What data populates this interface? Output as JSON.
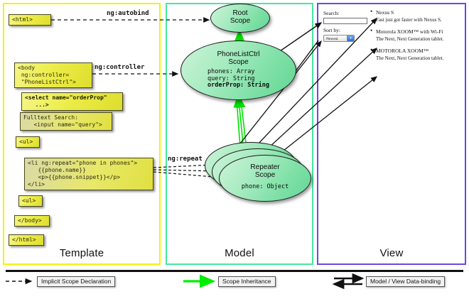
{
  "panels": {
    "template": {
      "label": "Template",
      "border_color": "#f2f20d"
    },
    "model": {
      "label": "Model",
      "border_color": "#44e8a0"
    },
    "view": {
      "label": "View",
      "border_color": "#6b48e8"
    }
  },
  "template_boxes": [
    {
      "id": "html-open",
      "text": "<html>"
    },
    {
      "id": "body-open",
      "text": "<body\n ng:controller=\n \"PhoneListCtrl\">"
    },
    {
      "id": "select",
      "text": "<select name=\"orderProp\"\n   ...>"
    },
    {
      "id": "fulltext",
      "text": "Fulltext Search:\n   <input name=\"query\">"
    },
    {
      "id": "ul-open",
      "text": "<ul>"
    },
    {
      "id": "li-repeat",
      "text": "<li ng:repeat=\"phone in phones\">\n   {{phone.name}}\n   <p>{{phone.snippet}}</p>\n</li>"
    },
    {
      "id": "ul-close",
      "text": "<ul>"
    },
    {
      "id": "body-close",
      "text": "</body>"
    },
    {
      "id": "html-close",
      "text": "</html>"
    }
  ],
  "model_scopes": [
    {
      "id": "root-scope",
      "title_line1": "Root",
      "title_line2": "Scope",
      "props": []
    },
    {
      "id": "phonelistctrl-scope",
      "title_line1": "PhoneListCtrl",
      "title_line2": "Scope",
      "props": [
        {
          "text": "phones: Array",
          "bold": false
        },
        {
          "text": "query: String",
          "bold": false
        },
        {
          "text": "orderProp: String",
          "bold": true
        }
      ]
    },
    {
      "id": "repeater-scope",
      "title_line1": "Repeater",
      "title_line2": "Scope",
      "props": [
        {
          "text": "phone: Object",
          "bold": false
        }
      ]
    }
  ],
  "edge_labels": {
    "autobind": "ng:autobind",
    "controller": "ng:controller",
    "repeat": "ng:repeat"
  },
  "view": {
    "search_label": "Search:",
    "search_value": "",
    "sort_label": "Sort by:",
    "sort_selected": "Newest",
    "phones": [
      {
        "name": "Nexus S",
        "snippet": "Fast just got faster with Nexus S."
      },
      {
        "name": "Motorola XOOM™ with Wi-Fi",
        "snippet": "The Next, Next Generation tablet."
      },
      {
        "name": "MOTOROLA XOOM™",
        "snippet": "The Next, Next Generation tablet."
      }
    ]
  },
  "legend": [
    {
      "id": "implicit-scope-declaration",
      "label": "Implicit Scope Declaration",
      "style": "dashed-arrow",
      "color": "#111111"
    },
    {
      "id": "scope-inheritance",
      "label": "Scope Inheritance",
      "style": "solid-arrow",
      "color": "#00ee00"
    },
    {
      "id": "model-view-data-binding",
      "label": "Model / View Data-binding",
      "style": "double-arrow",
      "color": "#111111"
    }
  ]
}
